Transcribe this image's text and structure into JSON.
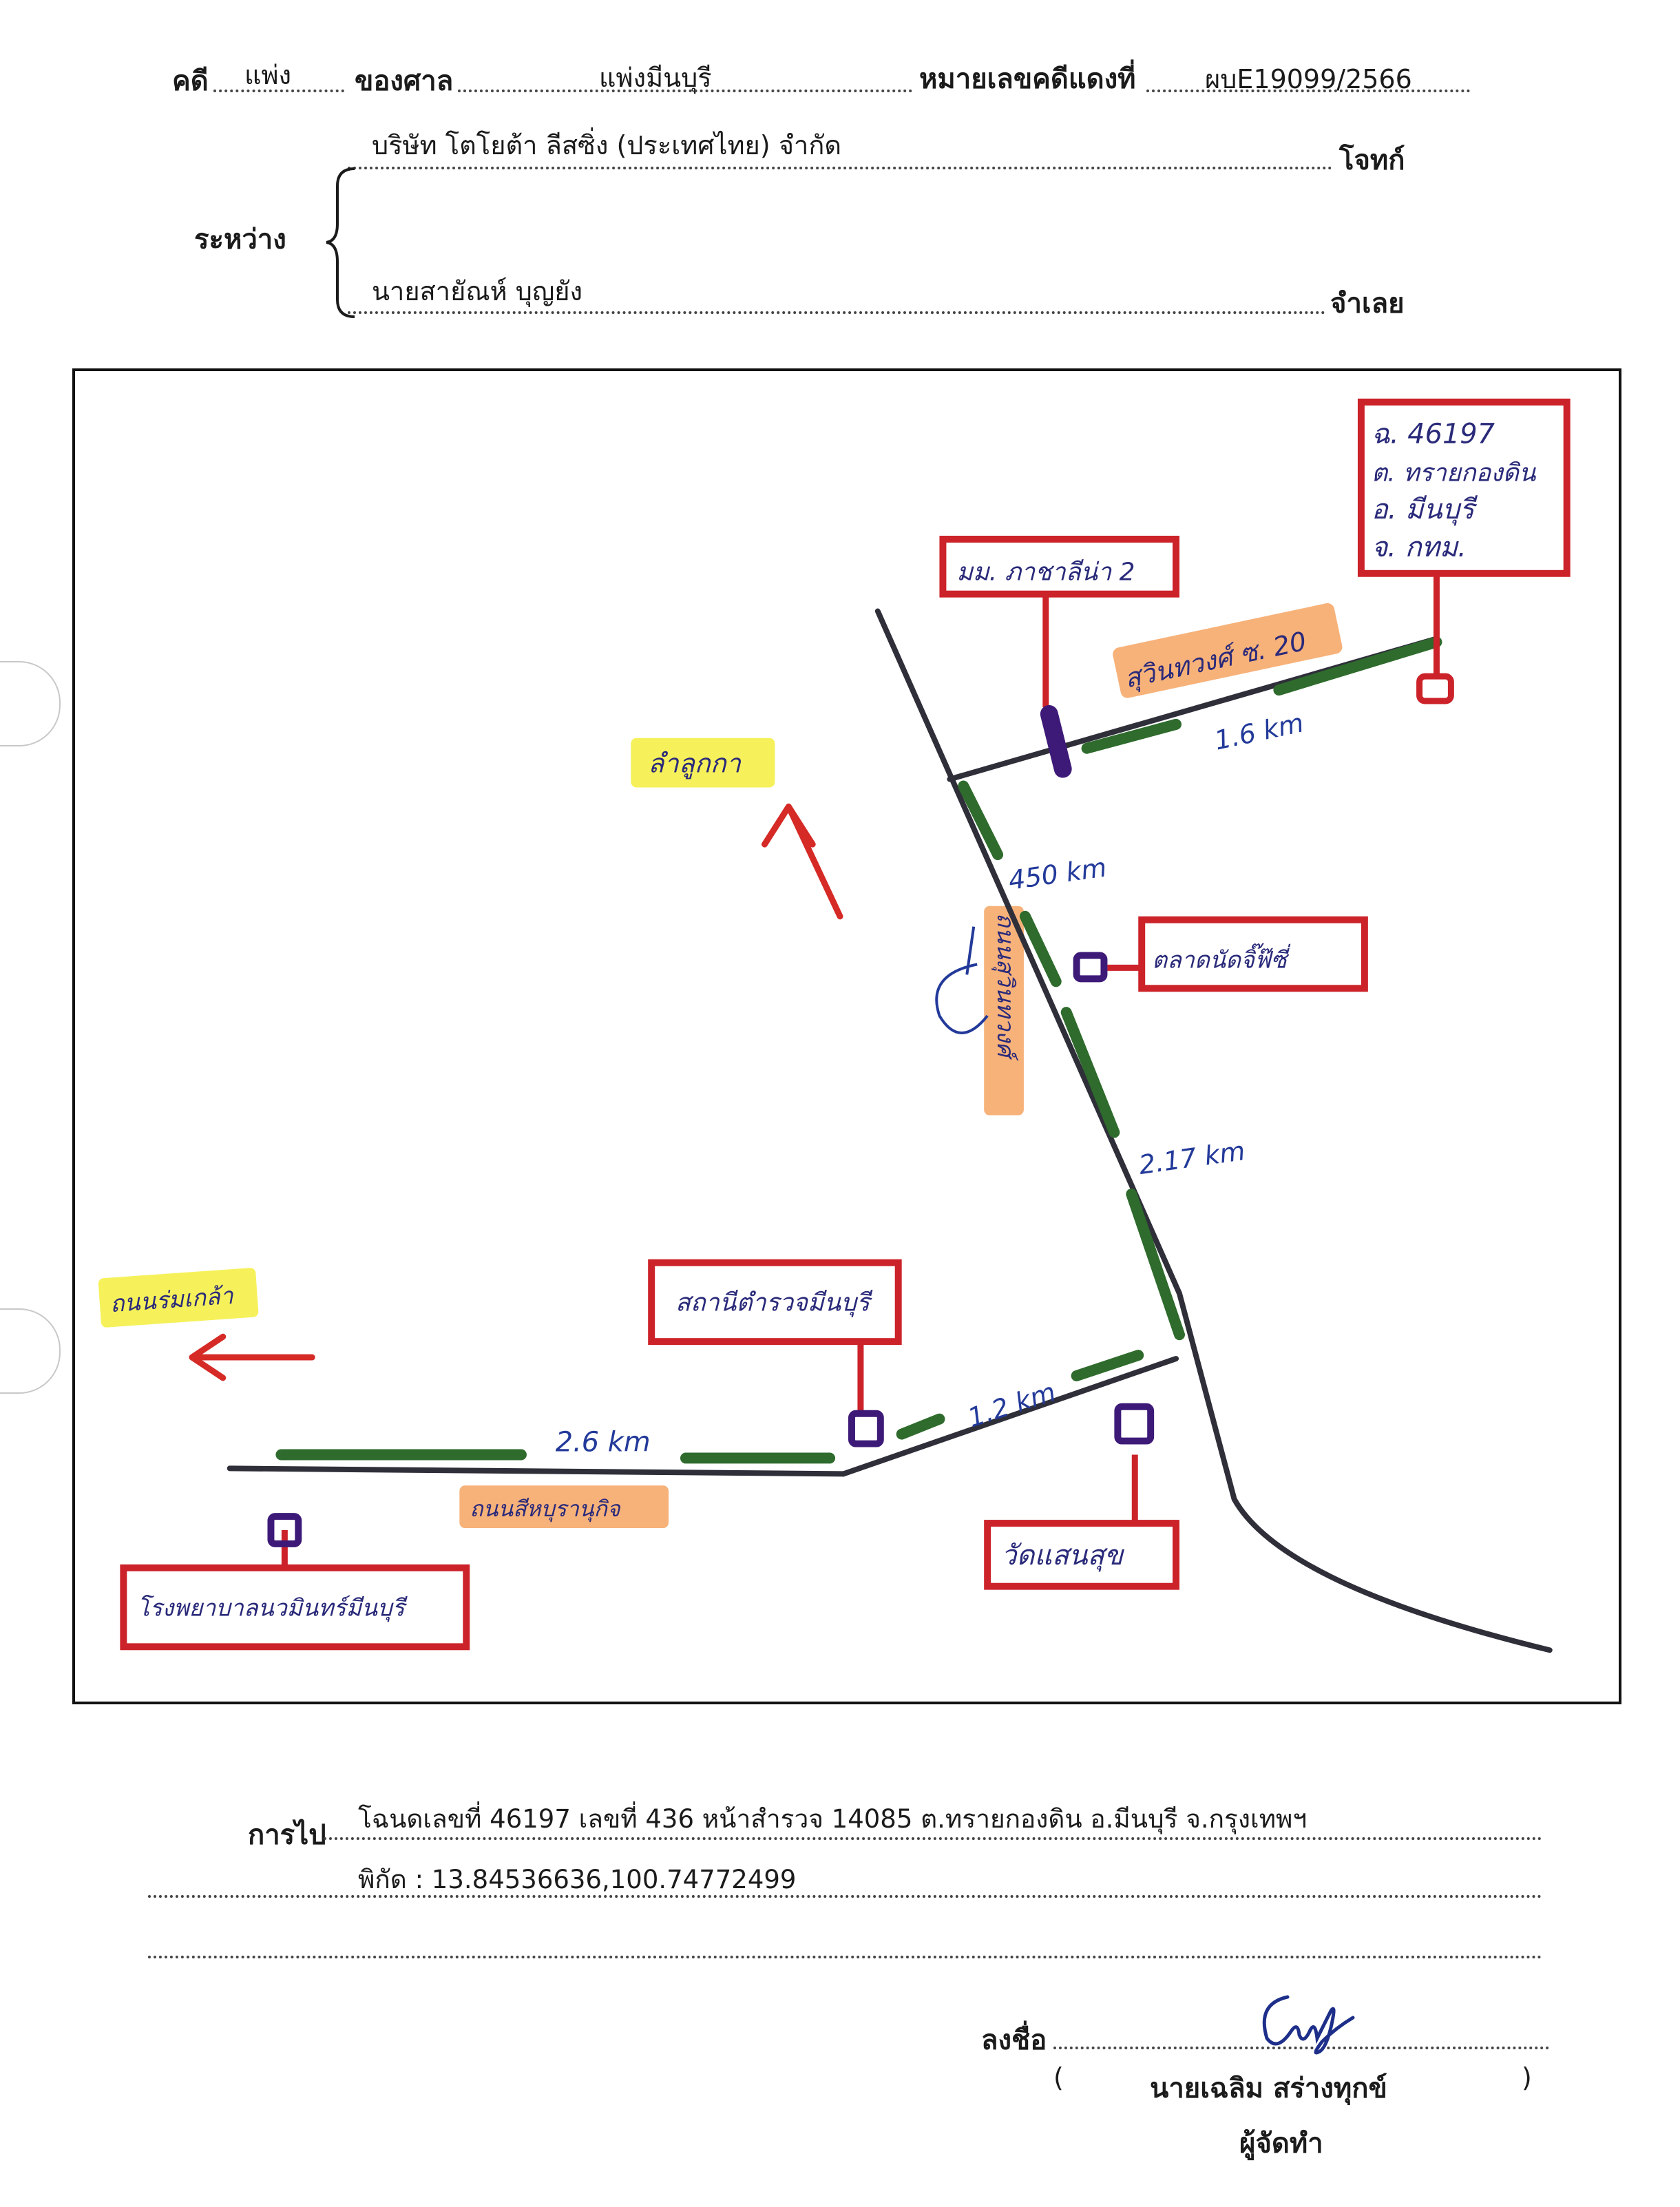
{
  "header": {
    "case_label": "คดี",
    "case_type": "แพ่ง",
    "court_label": "ของศาล",
    "court_name": "แพ่งมีนบุรี",
    "red_no_label": "หมายเลขคดีแดงที่",
    "red_no": "ผบE19099/2566",
    "between_label": "ระหว่าง",
    "plaintiff": "บริษัท โตโยต้า ลีสซิ่ง (ประเทศไทย) จำกัด",
    "plaintiff_role": "โจทก์",
    "defendant": "นายสายัณห์  บุญยัง",
    "defendant_role": "จำเลย"
  },
  "map": {
    "labels": {
      "title_deed_box": [
        "ฉ. 46197",
        "ต. ทรายกองดิน",
        "อ. มีนบุรี",
        "จ. กทม."
      ],
      "village": "มม. ภาชาลีน่า 2",
      "soi": "สุวินทวงศ์ ซ. 20",
      "dist_soi": "1.6 km",
      "lam_luk_ka": "ลำลูกกา",
      "dist_450": "450 km",
      "market": "ตลาดนัดจิ๊ฟ๊ซี่",
      "main_road": "ถนนสุวินทวงศ์",
      "dist_217": "2.17 km",
      "nong_chok": "ถนนร่มเกล้า",
      "police": "สถานีตำรวจมีนบุรี",
      "dist_12": "1.2 km",
      "dist_26": "2.6 km",
      "road_bottom": "ถนนสีหบุรานุกิจ",
      "temple": "วัดแสนสุข",
      "hospital": "โรงพยาบาลนวมินทร์มีนบุรี"
    },
    "colors": {
      "road": "#2f2f3a",
      "box": "#cc2229",
      "segment": "#2e6b2c",
      "marker": "#3d1a78",
      "highlight_orange": "#f7b27a",
      "highlight_yellow": "#f6f15a",
      "arrow": "#d52a26",
      "handwriting": "#233a9a"
    }
  },
  "footer": {
    "route_label": "การไป",
    "route_text": "โฉนดเลขที่  46197 เลขที่ 436 หน้าสำรวจ 14085 ต.ทรายกองดิน อ.มีนบุรี จ.กรุงเทพฯ",
    "coords_text": "พิกัด : 13.84536636,100.74772499",
    "sign_label": "ลงชื่อ",
    "open_paren": "(",
    "signer_name": "นายเฉลิม  สร่างทุกข์",
    "close_paren": ")",
    "signer_role": "ผู้จัดทำ"
  }
}
